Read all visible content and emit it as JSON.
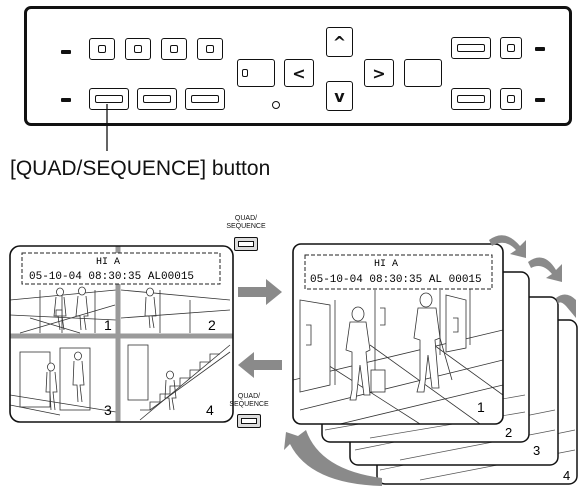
{
  "callout": {
    "label": "[QUAD/SEQUENCE] button"
  },
  "small_button_label": "QUAD/\nSEQUENCE",
  "quad_overlay": {
    "line1": "HI A",
    "line2": "05-10-04 08:30:35 AL00015"
  },
  "single_overlay": {
    "line1": "HI A",
    "line2": "05-10-04 08:30:35 AL 00015"
  },
  "quad_numbers": [
    "1",
    "2",
    "3",
    "4"
  ],
  "stack_numbers": [
    "1",
    "2",
    "3",
    "4"
  ],
  "icons": [
    "arrow-up-icon",
    "arrow-down-icon",
    "arrow-left-icon",
    "arrow-right-icon",
    "curved-arrow-icon",
    "block-arrow-right-icon",
    "block-arrow-left-icon"
  ]
}
